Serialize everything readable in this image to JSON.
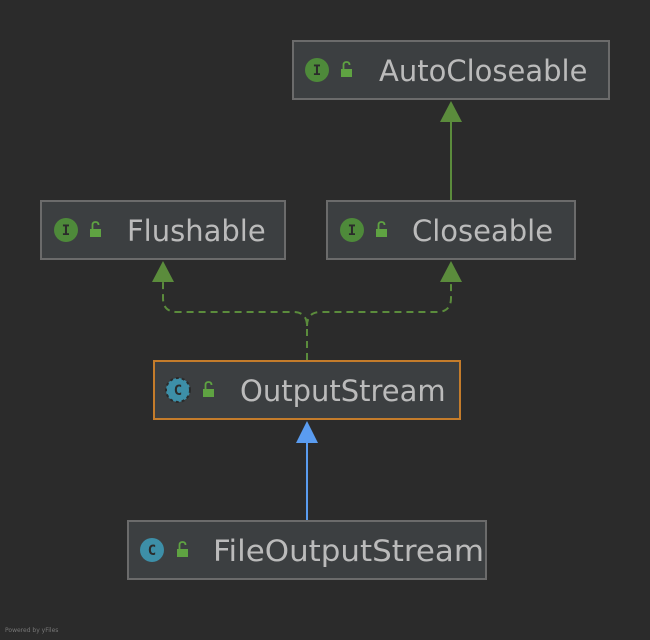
{
  "nodes": {
    "autocloseable": {
      "kind": "I",
      "label": "AutoCloseable"
    },
    "flushable": {
      "kind": "I",
      "label": "Flushable"
    },
    "closeable": {
      "kind": "I",
      "label": "Closeable"
    },
    "outputstream": {
      "kind": "C",
      "label": "OutputStream"
    },
    "fileoutputstream": {
      "kind": "C",
      "label": "FileOutputStream"
    }
  },
  "footer": {
    "text": "Powered by yFiles"
  },
  "colors": {
    "background": "#2b2b2b",
    "node_fill": "#3c3f41",
    "node_border": "#6b6b6b",
    "selected_border": "#c47c2b",
    "interface_badge": "#4e8a3a",
    "class_badge": "#3d8fa8",
    "lock": "#5fa342",
    "implements_edge": "#5b8c3c",
    "extends_edge": "#5a9cf0",
    "text": "#bbbbbb"
  }
}
